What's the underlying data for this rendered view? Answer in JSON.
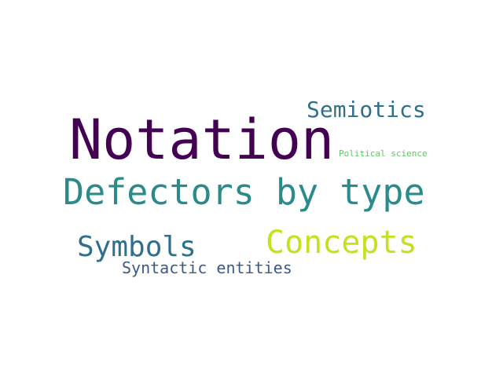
{
  "words": [
    {
      "id": "notation",
      "text": "Notation",
      "color": "#440154"
    },
    {
      "id": "defectors",
      "text": "Defectors by type",
      "color": "#2b8b8c"
    },
    {
      "id": "concepts",
      "text": "Concepts",
      "color": "#c6e020"
    },
    {
      "id": "symbols",
      "text": "Symbols",
      "color": "#2e6f8e"
    },
    {
      "id": "semiotics",
      "text": "Semiotics",
      "color": "#2e6f8e"
    },
    {
      "id": "syntactic",
      "text": "Syntactic entities",
      "color": "#3b5a8a"
    },
    {
      "id": "political",
      "text": "Political science",
      "color": "#5ec962"
    }
  ]
}
